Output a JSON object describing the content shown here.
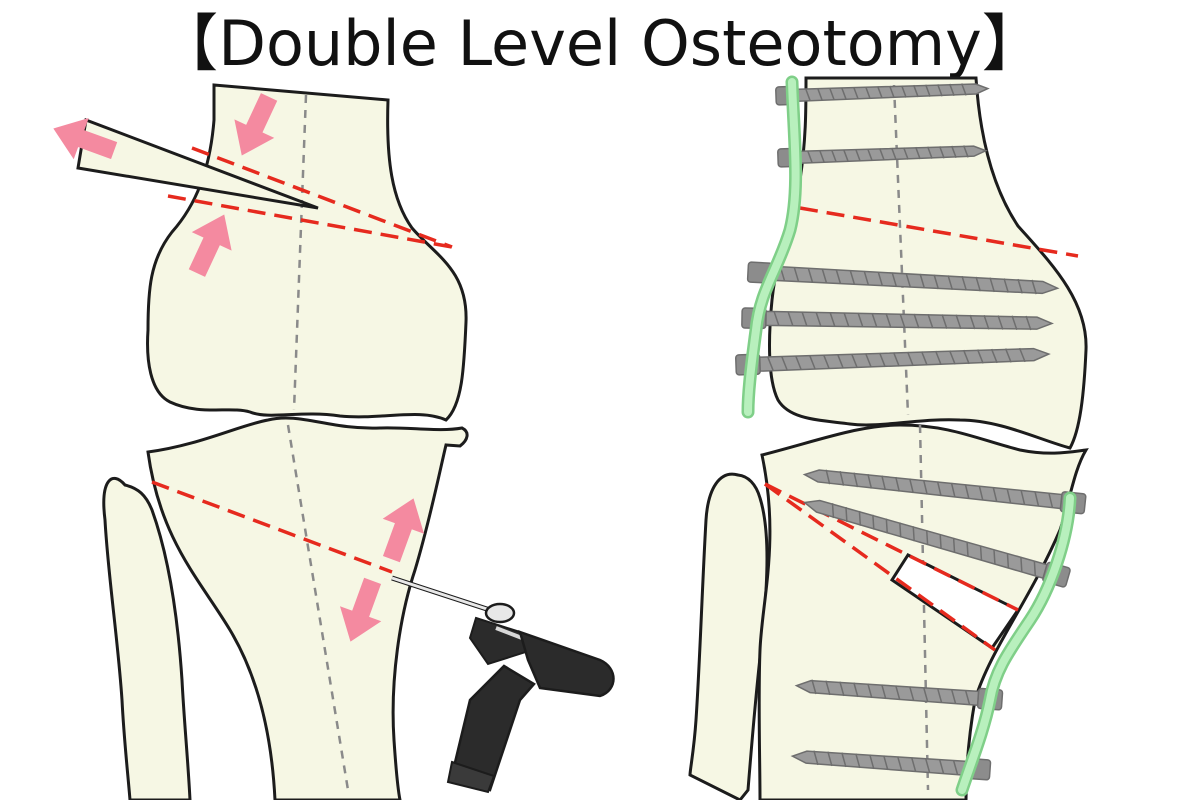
{
  "title": "【Double Level Osteotomy】",
  "colors": {
    "bone_fill": "#f6f7e4",
    "outline": "#1c1c1c",
    "cut_line": "#e62a1e",
    "arrow": "#f48aa0",
    "plate": "#9fe6a6",
    "screw": "#8c8c8c",
    "axis_line": "#8a8a8a",
    "saw_body": "#2b2b2b"
  },
  "panels": [
    {
      "name": "preoperative",
      "elements": [
        "femur",
        "tibia",
        "fibula",
        "closing-wedge-cut",
        "opening-wedge-cut",
        "correction-arrows",
        "bone-saw"
      ]
    },
    {
      "name": "postoperative",
      "elements": [
        "femur",
        "tibia",
        "fibula",
        "medial-plate",
        "lateral-plate",
        "screws",
        "opened-wedge-gap"
      ]
    }
  ]
}
